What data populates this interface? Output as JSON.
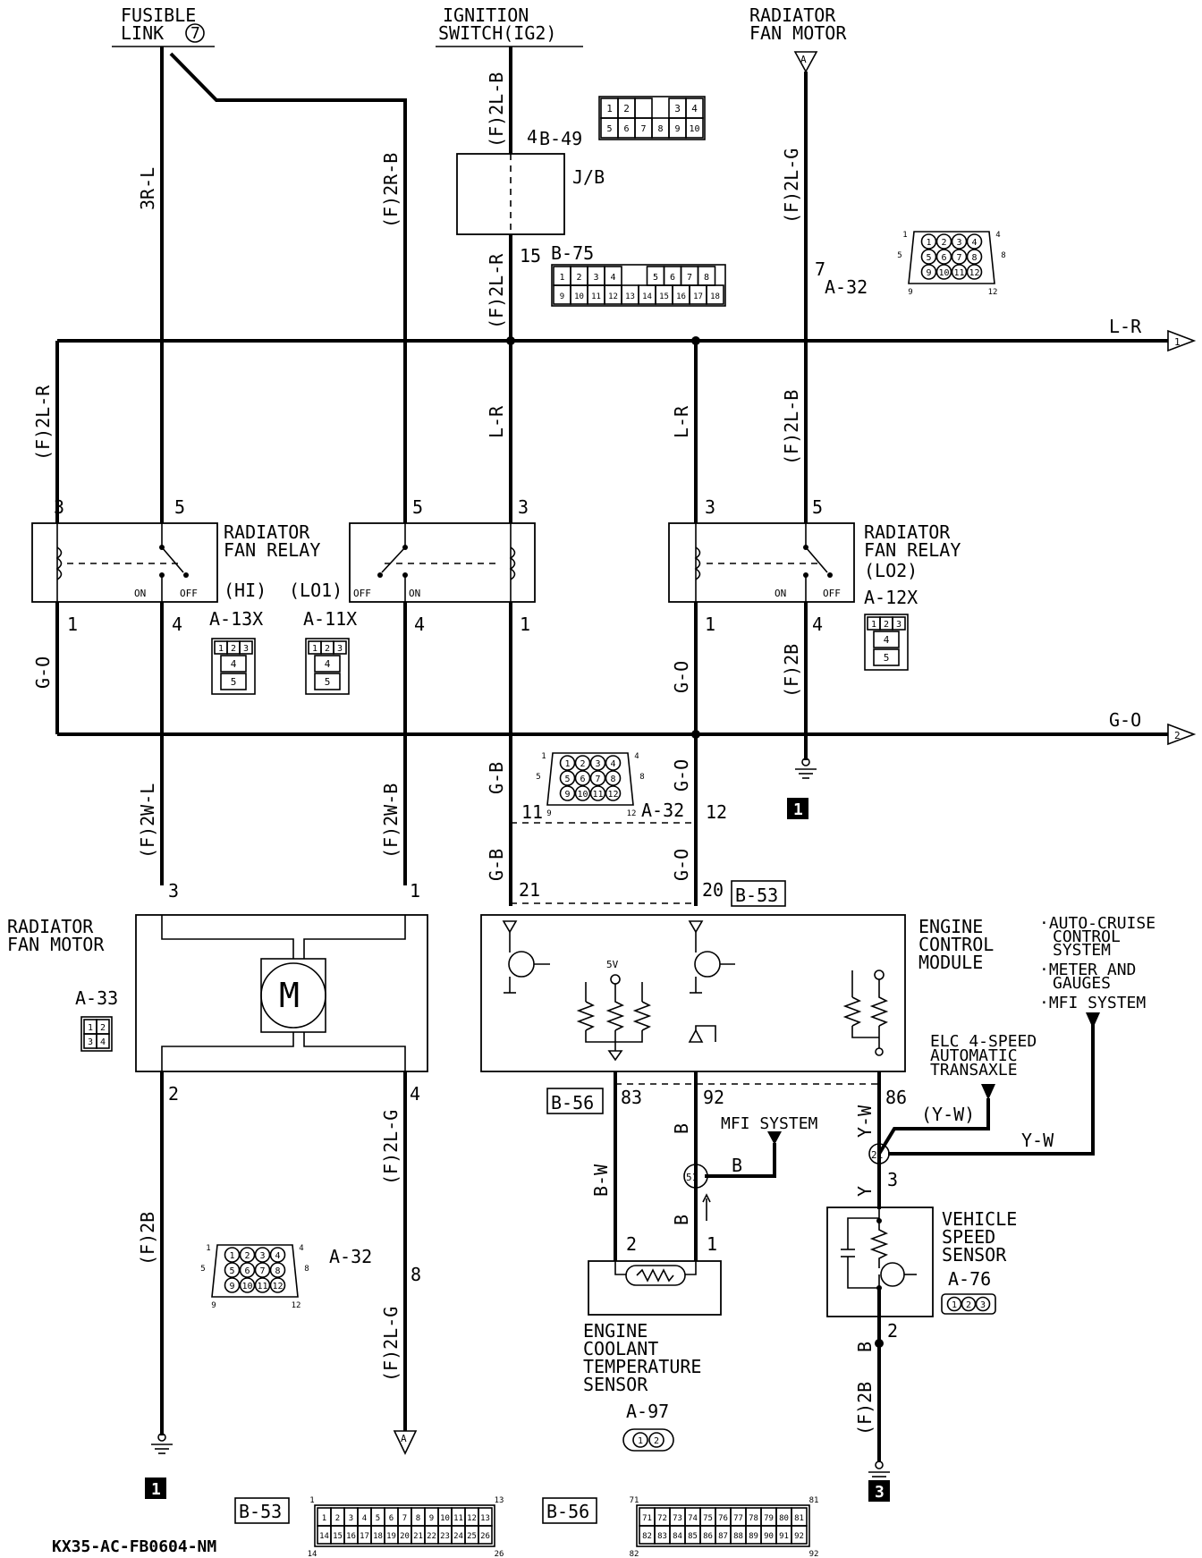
{
  "top_labels": {
    "fusible_link": [
      "FUSIBLE",
      "LINK"
    ],
    "fusible_link_number": "7",
    "ignition_switch": [
      "IGNITION",
      "SWITCH(IG2)"
    ],
    "radiator_fan_motor_top": [
      "RADIATOR",
      "FAN MOTOR"
    ],
    "connector_a": "A"
  },
  "wire_labels": {
    "w_3RL": "3R-L",
    "w_2RB": "(F)2R-B",
    "w_2LB_top": "(F)2L-B",
    "w_2LR_mid": "(F)2L-R",
    "w_2LG_top": "(F)2L-G",
    "w_2LR_left": "(F)2L-R",
    "w_LR_1": "L-R",
    "w_LR_2": "L-R",
    "w_2LB_right": "(F)2L-B",
    "w_LR_bus": "L-R",
    "w_GO_left": "G-O",
    "w_GO_mid": "G-O",
    "w_2B_relay": "(F)2B",
    "w_GO_bus": "G-O",
    "w_2WL": "(F)2W-L",
    "w_2WB": "(F)2W-B",
    "w_GB_1": "G-B",
    "w_GO_2": "G-O",
    "w_GB_2": "G-B",
    "w_GO_3": "G-O",
    "w_2B_motor": "(F)2B",
    "w_2LG_bot1": "(F)2L-G",
    "w_2LG_bot2": "(F)2L-G",
    "w_BW": "B-W",
    "w_B_1": "B",
    "w_B_2": "B",
    "w_B_3": "B",
    "w_YW": "Y-W",
    "w_YW_paren": "(Y-W)",
    "w_YW_2": "Y-W",
    "w_Y": "Y",
    "w_B_4": "B",
    "w_2B_vss": "(F)2B"
  },
  "connectors": {
    "b49": "B-49",
    "jb": "J/B",
    "b75": "B-75",
    "a32_top": "A-32",
    "a13x": "A-13X",
    "a11x": "A-11X",
    "a12x": "A-12X",
    "a32_mid": "A-32",
    "b53": "B-53",
    "b56": "B-56",
    "a33": "A-33",
    "a32_bot": "A-32",
    "a97": "A-97",
    "a76": "A-76",
    "b53_bottom": "B-53",
    "b56_bottom": "B-56"
  },
  "pins": {
    "p4_jb": "4",
    "p15_jb": "15",
    "p7": "7",
    "r1_3": "3",
    "r1_5": "5",
    "r1_1": "1",
    "r1_4": "4",
    "r2_5": "5",
    "r2_3": "3",
    "r2_4": "4",
    "r2_1": "1",
    "r3_3": "3",
    "r3_5": "5",
    "r3_1": "1",
    "r3_4": "4",
    "p11": "11",
    "p12": "12",
    "p21": "21",
    "p20": "20",
    "m3": "3",
    "m1": "1",
    "m2": "2",
    "m4": "4",
    "m8": "8",
    "p83": "83",
    "p92": "92",
    "p86": "86",
    "s2": "2",
    "s1": "1",
    "v3": "3",
    "v2": "2"
  },
  "relays": {
    "hi_title": [
      "RADIATOR",
      "FAN RELAY"
    ],
    "hi_sub": "(HI)",
    "lo1_sub": "(LO1)",
    "lo2_title": [
      "RADIATOR",
      "FAN RELAY"
    ],
    "lo2_sub": "(LO2)",
    "on": "ON",
    "off": "OFF"
  },
  "components": {
    "fan_motor": [
      "RADIATOR",
      "FAN MOTOR"
    ],
    "motor_symbol": "M",
    "ecm": [
      "ENGINE",
      "CONTROL",
      "MODULE"
    ],
    "ecm_5v": "5V",
    "ect": [
      "ENGINE",
      "COOLANT",
      "TEMPERATURE",
      "SENSOR"
    ],
    "vss": [
      "VEHICLE",
      "SPEED",
      "SENSOR"
    ],
    "elc": [
      "ELC 4-SPEED",
      "AUTOMATIC",
      "TRANSAXLE"
    ],
    "mfi_system": "MFI SYSTEM",
    "splice_51": "51",
    "splice_21": "21"
  },
  "systems_list": [
    "·AUTO-CRUISE",
    "CONTROL",
    "SYSTEM",
    "·METER AND",
    "GAUGES",
    "·MFI SYSTEM"
  ],
  "ground_numbers": {
    "g1": "1",
    "g2": "1",
    "g3": "3"
  },
  "arrow_labels": {
    "bus1": "1",
    "bus2": "2",
    "fan_a": "A"
  },
  "connector_cells": {
    "b49": [
      "1",
      "2",
      "",
      "3",
      "4",
      "5",
      "6",
      "7",
      "8",
      "9",
      "10"
    ],
    "b75": [
      "1",
      "2",
      "3",
      "4",
      "",
      "5",
      "6",
      "7",
      "8",
      "9",
      "10",
      "11",
      "12",
      "13",
      "14",
      "15",
      "16",
      "17",
      "18"
    ],
    "a32": [
      "1",
      "2",
      "3",
      "4",
      "5",
      "6",
      "7",
      "8",
      "9",
      "10",
      "11",
      "12"
    ],
    "a32_corners": [
      "1",
      "4",
      "5",
      "8",
      "9",
      "12"
    ],
    "relay": [
      "1",
      "2",
      "3",
      "4",
      "5"
    ],
    "a33": [
      "1",
      "2",
      "3",
      "4"
    ],
    "a97": [
      "1",
      "2"
    ],
    "a76": [
      "1",
      "2",
      "3"
    ],
    "ecm_b53_top": [
      "1",
      "2",
      "3",
      "4",
      "5",
      "6",
      "7",
      "8",
      "9",
      "10",
      "11",
      "12",
      "13"
    ],
    "ecm_b53_bot": [
      "14",
      "15",
      "16",
      "17",
      "18",
      "19",
      "20",
      "21",
      "22",
      "23",
      "24",
      "25",
      "26"
    ],
    "ecm_b53_corners": [
      "1",
      "13",
      "14",
      "26"
    ],
    "ecm_b56_top": [
      "71",
      "72",
      "73",
      "74",
      "75",
      "76",
      "77",
      "78",
      "79",
      "80",
      "81"
    ],
    "ecm_b56_bot": [
      "82",
      "83",
      "84",
      "85",
      "86",
      "87",
      "88",
      "89",
      "90",
      "91",
      "92"
    ],
    "ecm_b56_corners": [
      "71",
      "81",
      "82",
      "92"
    ]
  },
  "footer_code": "KX35-AC-FB0604-NM"
}
